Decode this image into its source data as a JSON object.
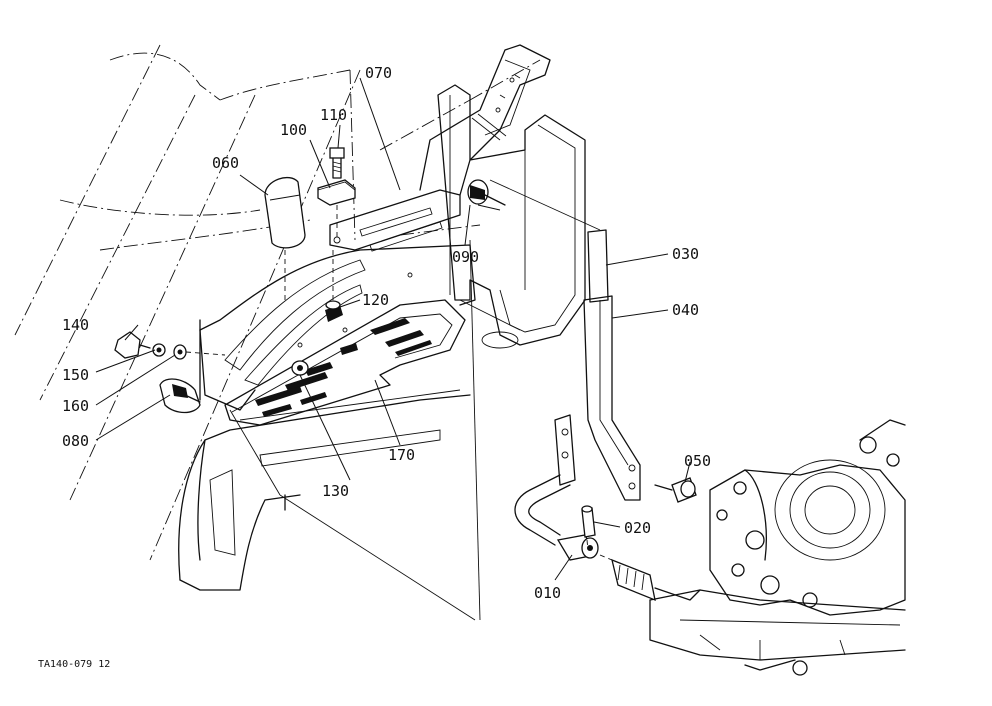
{
  "diagram": {
    "reference_code": "TA140-079 12",
    "parts": [
      {
        "id": "p010",
        "label": "010"
      },
      {
        "id": "p020",
        "label": "020"
      },
      {
        "id": "p030",
        "label": "030"
      },
      {
        "id": "p040",
        "label": "040"
      },
      {
        "id": "p050",
        "label": "050"
      },
      {
        "id": "p060",
        "label": "060"
      },
      {
        "id": "p070",
        "label": "070"
      },
      {
        "id": "p080",
        "label": "080"
      },
      {
        "id": "p090",
        "label": "090"
      },
      {
        "id": "p100",
        "label": "100"
      },
      {
        "id": "p110",
        "label": "110"
      },
      {
        "id": "p120",
        "label": "120"
      },
      {
        "id": "p130",
        "label": "130"
      },
      {
        "id": "p140",
        "label": "140"
      },
      {
        "id": "p150",
        "label": "150"
      },
      {
        "id": "p160",
        "label": "160"
      },
      {
        "id": "p170",
        "label": "170"
      }
    ]
  }
}
